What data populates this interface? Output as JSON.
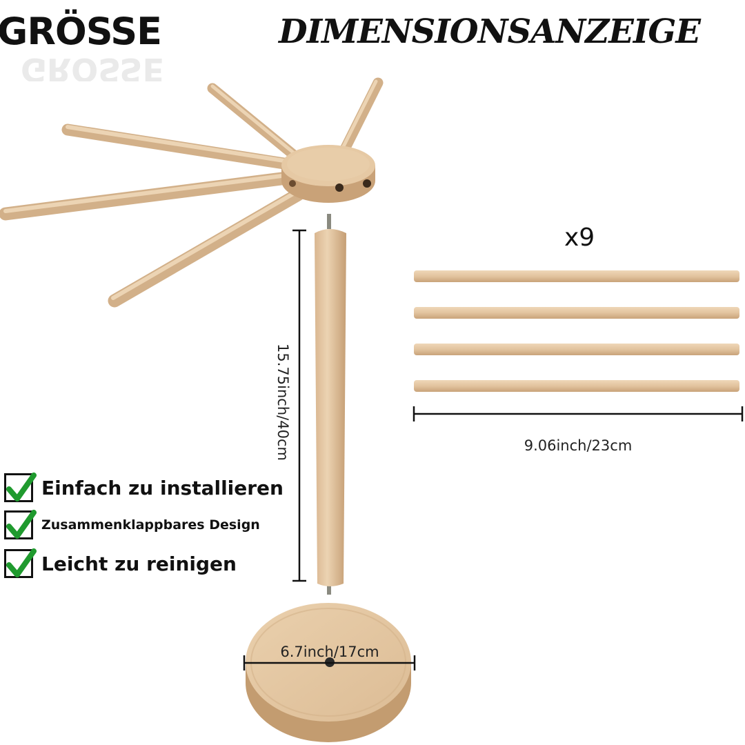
{
  "header": {
    "title_left": "GRÖSSE",
    "title_right": "DIMENSIONSANZEIGE"
  },
  "dimensions": {
    "height": "15.75inch/40cm",
    "rod_length": "9.06inch/23cm",
    "base_diameter": "6.7inch/17cm",
    "rod_count": "x9"
  },
  "features": [
    {
      "label": "Einfach zu installieren"
    },
    {
      "label": "Zusammenklappbares Design"
    },
    {
      "label": "Leicht zu reinigen"
    }
  ],
  "colors": {
    "wood": "#e3c6a2",
    "wood_dark": "#c9a57c",
    "check_green": "#1f9a2e",
    "text": "#111111"
  }
}
